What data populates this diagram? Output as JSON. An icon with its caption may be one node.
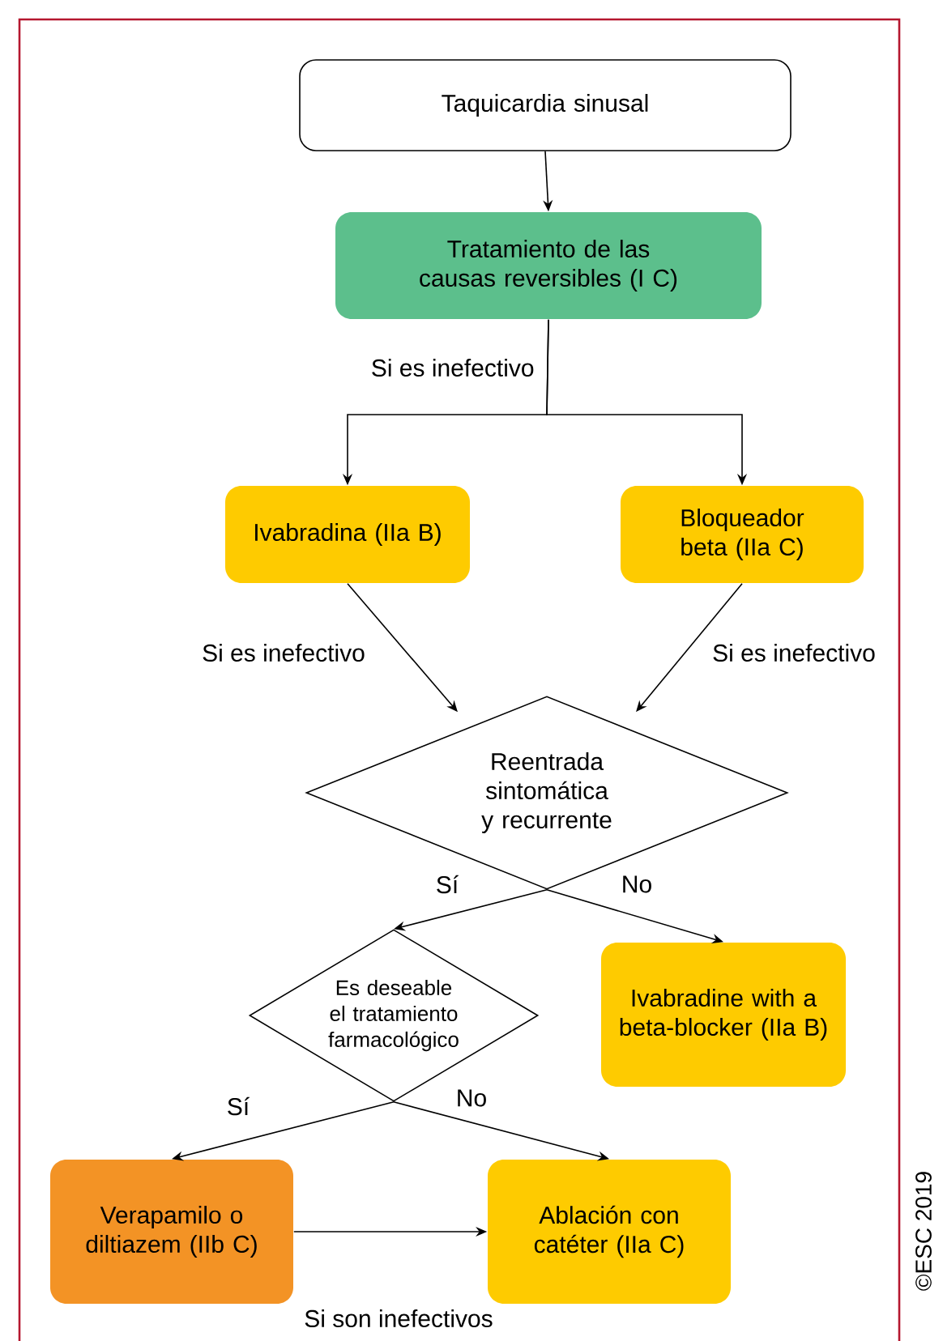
{
  "diagram": {
    "nodes": [
      {
        "text": [
          "Taquicardia sinusal"
        ]
      },
      {
        "text": [
          "Tratamiento de las causas reversibles (I C)"
        ]
      },
      {
        "text": [
          "Ivabradina (IIa B)"
        ]
      },
      {
        "text": [
          "Bloqueador beta (IIa C)"
        ]
      },
      {
        "text": [
          "Reentrada sintomática y recurrente"
        ]
      },
      {
        "text": [
          "Es deseable el tratamiento farmacológico"
        ]
      },
      {
        "text": [
          "Ivabradine with a beta-blocker (IIa B)"
        ]
      },
      {
        "text": [
          "Verapamilo o diltiazem (IIb C)"
        ]
      },
      {
        "text": [
          "Ablación con catéter (IIa C)"
        ]
      }
    ],
    "edges": [
      {
        "from": 0,
        "to": 1,
        "arrow": "to"
      },
      {
        "from": 1,
        "to": 2,
        "arrow": "to",
        "label": "Si es inefectivo"
      },
      {
        "from": 1,
        "to": 3,
        "arrow": "to"
      },
      {
        "from": 2,
        "to": 4,
        "arrow": "to",
        "label": "Si es inefectivo"
      },
      {
        "from": 3,
        "to": 4,
        "arrow": "to",
        "label": "Si es inefectivo"
      },
      {
        "from": 4,
        "to": 5,
        "arrow": "to",
        "label": "Sí"
      },
      {
        "from": 4,
        "to": 6,
        "arrow": "to",
        "label": "No"
      },
      {
        "from": 5,
        "to": 7,
        "arrow": "to",
        "label": "Sí"
      },
      {
        "from": 5,
        "to": 8,
        "arrow": "to",
        "label": "No"
      },
      {
        "from": 7,
        "to": 8,
        "arrow": "to",
        "label": "Si son inefectivos"
      }
    ],
    "labels": [
      "©ESC 2019"
    ]
  }
}
